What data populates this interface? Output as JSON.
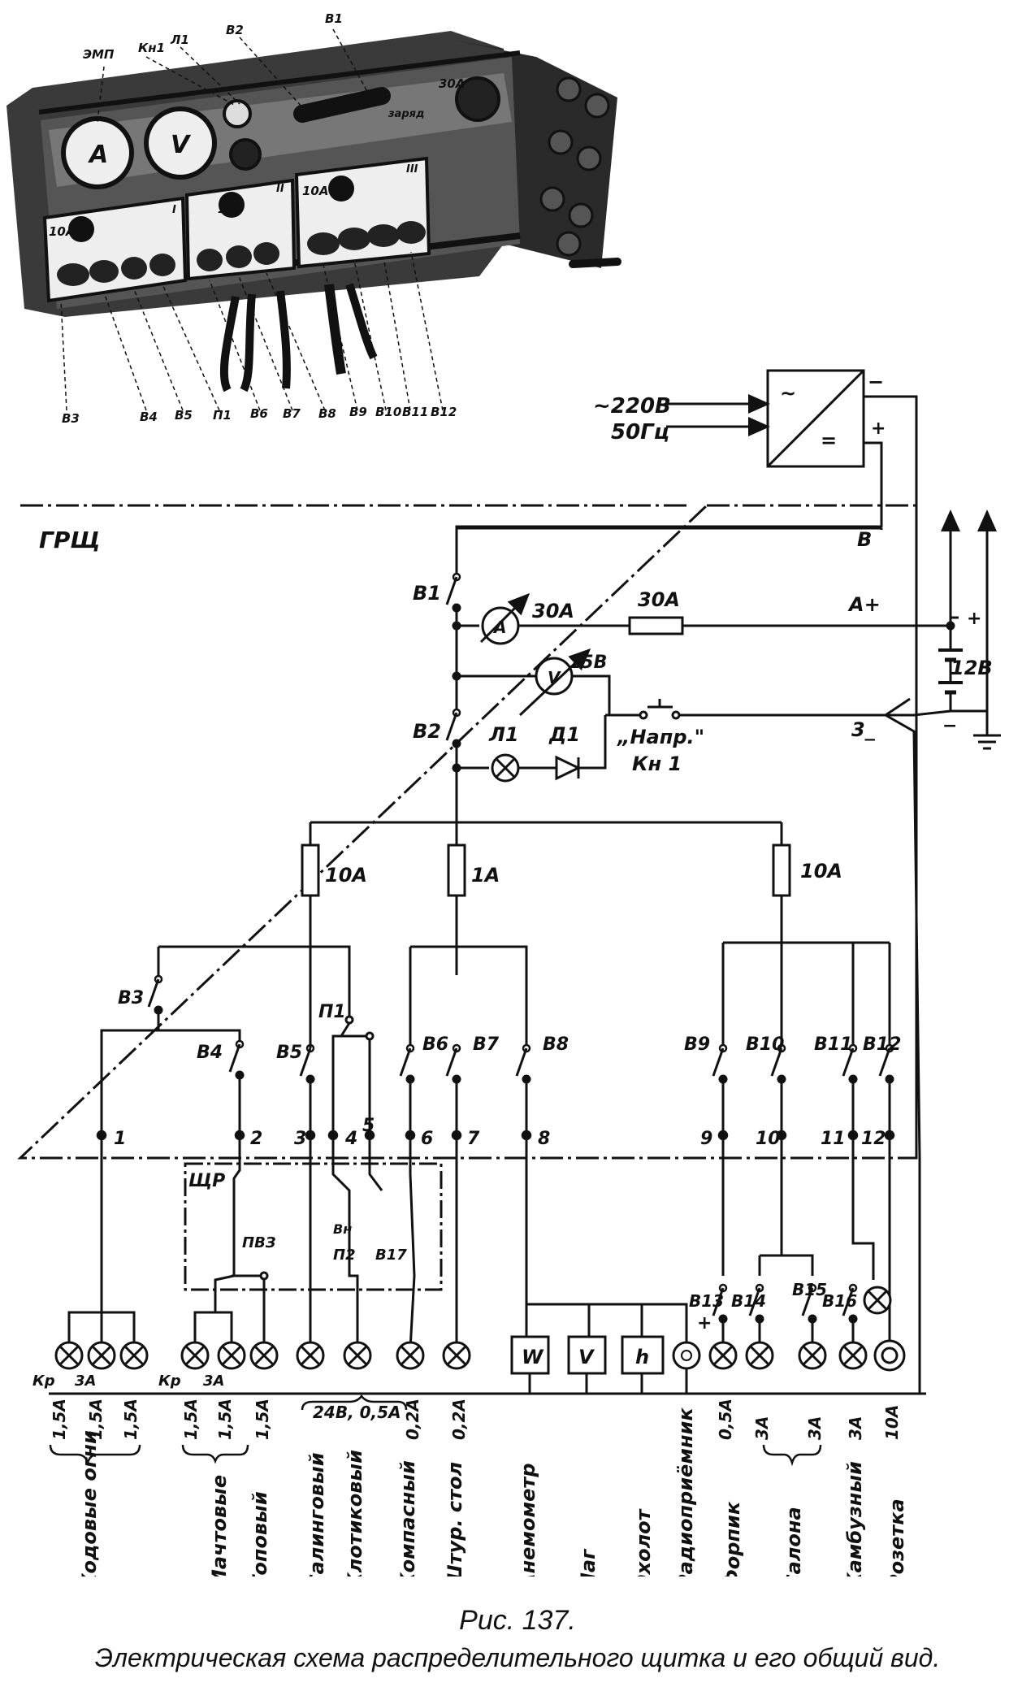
{
  "panel_labels": {
    "top": [
      "ЭМП",
      "Кн1",
      "Л1",
      "В2",
      "В1"
    ],
    "bottom": [
      "В3",
      "В4",
      "В5",
      "П1",
      "В6",
      "В7",
      "В8",
      "В9",
      "В10",
      "В11",
      "В12"
    ],
    "face": {
      "a": "A",
      "v": "V",
      "charge": "заряд",
      "f30": "30А",
      "f10": "10А",
      "f1": "1А",
      "f10b": "10А",
      "I": "I",
      "II": "II",
      "III": "III"
    }
  },
  "supply": {
    "voltage": "~220В",
    "freq": "50Гц",
    "minus": "−",
    "plus": "+",
    "sym_ac": "~",
    "sym_dc": "="
  },
  "schematic": {
    "grsh": "ГРЩ",
    "node_b": "В",
    "node_a": "А+",
    "node_3": "3_",
    "battery": "12В",
    "bat_plus": "+",
    "bat_minus": "−",
    "v1": "В1",
    "v2": "В2",
    "ammeter": "А",
    "ammeter_range": "30А",
    "fuse_main": "30А",
    "voltmeter": "V",
    "voltmeter_range": "15В",
    "l1": "Л1",
    "d1": "Д1",
    "button": "„Напр.\"",
    "button_id": "Кн 1",
    "fuse_left": "10А",
    "fuse_mid": "1А",
    "fuse_right": "10А",
    "switches": [
      "В3",
      "В4",
      "В5",
      "П1",
      "В6",
      "В7",
      "В8",
      "В9",
      "В10",
      "В11",
      "В12"
    ],
    "terminals": [
      "1",
      "2",
      "3",
      "4",
      "5",
      "6",
      "7",
      "8",
      "9",
      "10",
      "11",
      "12"
    ],
    "shr": "ЩР",
    "shr_items": [
      "ПВЗ",
      "Вн",
      "П2",
      "В17"
    ],
    "lower_switches": [
      "В13",
      "В14",
      "В15",
      "В16"
    ],
    "instruments": [
      "W",
      "V",
      "h"
    ],
    "radio_plus": "+"
  },
  "ratings": {
    "kr1": "Кр",
    "kr2": "Кр",
    "a3a": "3А",
    "b3a": "3А",
    "r1": "1,5А",
    "r2": "1,5А",
    "r3": "1,5А",
    "r4": "1,5А",
    "r5": "1,5А",
    "r6": "1,5А",
    "r_group": "24В, 0,5А",
    "r_comp": "0,2А",
    "r_shtur": "0,2А",
    "r_forp": "0,5А",
    "r_sal1": "3А",
    "r_sal2": "3А",
    "r_kamb": "3А",
    "r_roz": "10А"
  },
  "loads": [
    "Ходовые огни",
    "Мачтовые",
    "Топовый",
    "Салинговый",
    "Клотиковый",
    "Компасный",
    "Штур. стол",
    "Анемометр",
    "Лаг",
    "Эхолот",
    "Радиоприёмник",
    "Форпик",
    "Салона",
    "Камбузный",
    "Розетка"
  ],
  "caption": {
    "figure": "Рис. 137.",
    "title": "Электрическая схема распределительного  щитка и его общий вид."
  }
}
